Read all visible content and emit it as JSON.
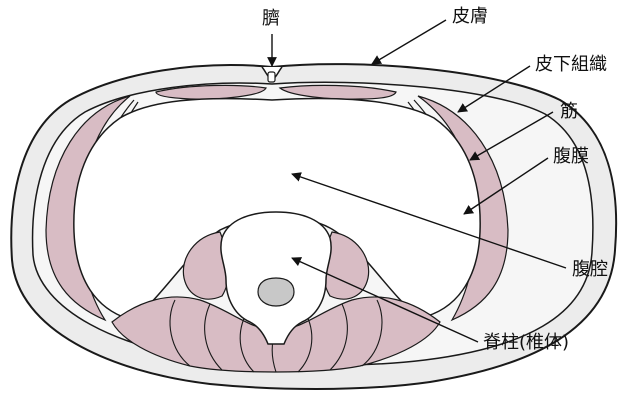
{
  "diagram": {
    "labels": {
      "navel": "臍",
      "skin": "皮膚",
      "subcutaneous": "皮下組織",
      "muscle": "筋",
      "peritoneum": "腹膜",
      "abdominal_cavity": "腹腔",
      "spine": "脊柱(椎体)"
    },
    "colors": {
      "skin_fill": "#ececec",
      "muscle_fill": "#d8bcc4",
      "outline": "#1a1a1a",
      "canal_fill": "#c8c8c8"
    }
  }
}
